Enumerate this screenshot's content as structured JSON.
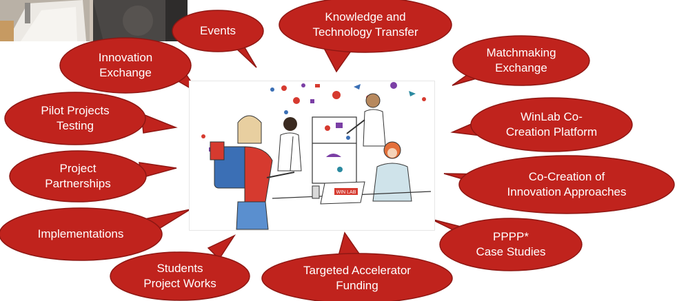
{
  "colors": {
    "bubble_fill": "#c0231d",
    "bubble_stroke": "#8e1713",
    "label_text": "#ffffff",
    "accent_red": "#d63a2f",
    "accent_blue": "#3b6fb5",
    "accent_purple": "#7b3fa5",
    "accent_teal": "#2b8aa0"
  },
  "illustration": {
    "description_icon": "people-collaborating-icon",
    "sign_text": "WIN LAB"
  },
  "bubbles": [
    {
      "id": "events",
      "lines": [
        "Events"
      ]
    },
    {
      "id": "knowledge-transfer",
      "lines": [
        "Knowledge and",
        "Technology Transfer"
      ]
    },
    {
      "id": "innovation-exchange",
      "lines": [
        "Innovation",
        "Exchange"
      ]
    },
    {
      "id": "matchmaking-exchange",
      "lines": [
        "Matchmaking",
        "Exchange"
      ]
    },
    {
      "id": "pilot-projects",
      "lines": [
        "Pilot Projects",
        "Testing"
      ]
    },
    {
      "id": "winlab-platform",
      "lines": [
        "WinLab Co-",
        "Creation Platform"
      ]
    },
    {
      "id": "project-partnerships",
      "lines": [
        "Project",
        "Partnerships"
      ]
    },
    {
      "id": "co-creation-approaches",
      "lines": [
        "Co-Creation of",
        "Innovation Approaches"
      ]
    },
    {
      "id": "implementations",
      "lines": [
        "Implementations"
      ]
    },
    {
      "id": "pppp-case-studies",
      "lines": [
        "PPPP*",
        "Case Studies"
      ]
    },
    {
      "id": "students-project-works",
      "lines": [
        "Students",
        "Project Works"
      ]
    },
    {
      "id": "targeted-accelerator",
      "lines": [
        "Targeted Accelerator",
        "Funding"
      ]
    }
  ]
}
